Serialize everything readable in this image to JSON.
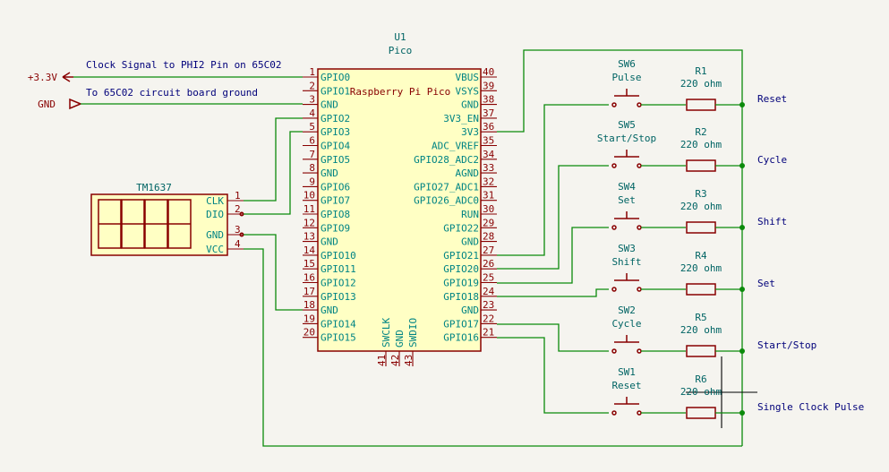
{
  "u1": {
    "ref": "U1",
    "value": "Pico",
    "name": "Raspberry Pi Pico",
    "left_pins": [
      {
        "num": "1",
        "name": "GPIO0"
      },
      {
        "num": "2",
        "name": "GPIO1"
      },
      {
        "num": "3",
        "name": "GND"
      },
      {
        "num": "4",
        "name": "GPIO2"
      },
      {
        "num": "5",
        "name": "GPIO3"
      },
      {
        "num": "6",
        "name": "GPIO4"
      },
      {
        "num": "7",
        "name": "GPIO5"
      },
      {
        "num": "8",
        "name": "GND"
      },
      {
        "num": "9",
        "name": "GPIO6"
      },
      {
        "num": "10",
        "name": "GPIO7"
      },
      {
        "num": "11",
        "name": "GPIO8"
      },
      {
        "num": "12",
        "name": "GPIO9"
      },
      {
        "num": "13",
        "name": "GND"
      },
      {
        "num": "14",
        "name": "GPIO10"
      },
      {
        "num": "15",
        "name": "GPIO11"
      },
      {
        "num": "16",
        "name": "GPIO12"
      },
      {
        "num": "17",
        "name": "GPIO13"
      },
      {
        "num": "18",
        "name": "GND"
      },
      {
        "num": "19",
        "name": "GPIO14"
      },
      {
        "num": "20",
        "name": "GPIO15"
      }
    ],
    "right_pins": [
      {
        "num": "40",
        "name": "VBUS"
      },
      {
        "num": "39",
        "name": "VSYS"
      },
      {
        "num": "38",
        "name": "GND"
      },
      {
        "num": "37",
        "name": "3V3_EN"
      },
      {
        "num": "36",
        "name": "3V3"
      },
      {
        "num": "35",
        "name": "ADC_VREF"
      },
      {
        "num": "34",
        "name": "GPIO28_ADC2"
      },
      {
        "num": "33",
        "name": "AGND"
      },
      {
        "num": "32",
        "name": "GPIO27_ADC1"
      },
      {
        "num": "31",
        "name": "GPIO26_ADC0"
      },
      {
        "num": "30",
        "name": "RUN"
      },
      {
        "num": "29",
        "name": "GPIO22"
      },
      {
        "num": "28",
        "name": "GND"
      },
      {
        "num": "27",
        "name": "GPIO21"
      },
      {
        "num": "26",
        "name": "GPIO20"
      },
      {
        "num": "25",
        "name": "GPIO19"
      },
      {
        "num": "24",
        "name": "GPIO18"
      },
      {
        "num": "23",
        "name": "GND"
      },
      {
        "num": "22",
        "name": "GPIO17"
      },
      {
        "num": "21",
        "name": "GPIO16"
      }
    ],
    "bottom_pins": [
      {
        "num": "41",
        "name": "SWCLK"
      },
      {
        "num": "42",
        "name": "GND"
      },
      {
        "num": "43",
        "name": "SWDIO"
      }
    ]
  },
  "tm1637": {
    "ref": "TM1637",
    "pins": [
      {
        "num": "1",
        "name": "CLK"
      },
      {
        "num": "2",
        "name": "DIO"
      },
      {
        "num": "3",
        "name": "GND"
      },
      {
        "num": "4",
        "name": "VCC"
      }
    ]
  },
  "power": {
    "plus33": "+3.3V",
    "gnd": "GND"
  },
  "notes": {
    "clock": "Clock Signal to PHI2 Pin on 65C02",
    "ground": "To 65C02 circuit board ground"
  },
  "rows": [
    {
      "sw": "SW6",
      "sw_value": "Pulse",
      "r": "R1",
      "r_value": "220 ohm",
      "net": "Reset"
    },
    {
      "sw": "SW5",
      "sw_value": "Start/Stop",
      "r": "R2",
      "r_value": "220 ohm",
      "net": "Cycle"
    },
    {
      "sw": "SW4",
      "sw_value": "Set",
      "r": "R3",
      "r_value": "220 ohm",
      "net": "Shift"
    },
    {
      "sw": "SW3",
      "sw_value": "Shift",
      "r": "R4",
      "r_value": "220 ohm",
      "net": "Set"
    },
    {
      "sw": "SW2",
      "sw_value": "Cycle",
      "r": "R5",
      "r_value": "220 ohm",
      "net": "Start/Stop"
    },
    {
      "sw": "SW1",
      "sw_value": "Reset",
      "r": "R6",
      "r_value": "220 ohm",
      "net": "Single Clock Pulse"
    }
  ],
  "colors": {
    "wire": "#0b8a0b",
    "symbol": "#880000",
    "pin_name": "#008484",
    "reference": "#006464",
    "net_label": "#00007a",
    "body_fill": "#ffffc4",
    "background": "#f5f4ef"
  }
}
